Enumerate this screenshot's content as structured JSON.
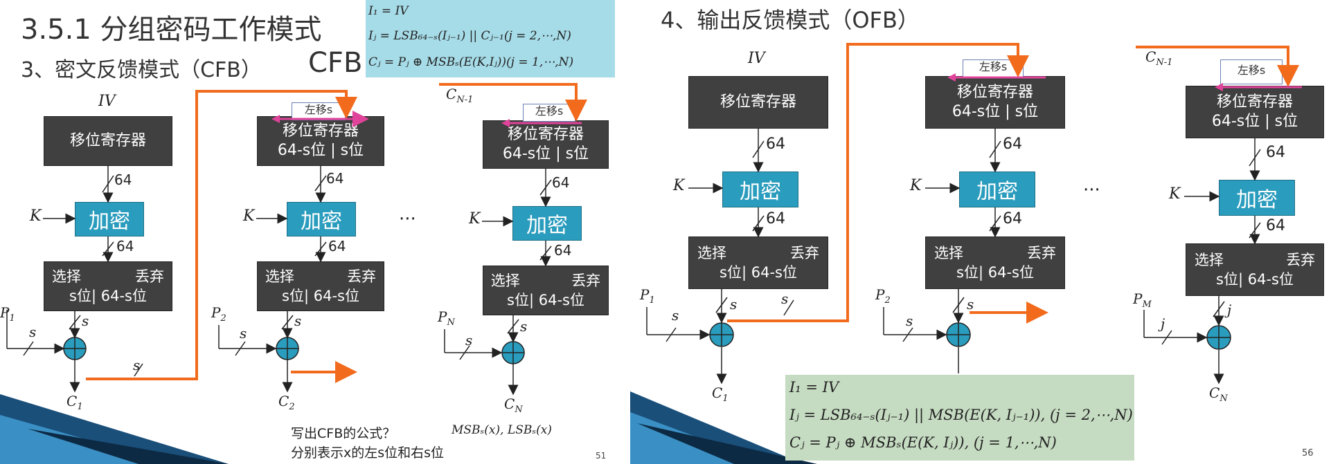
{
  "left": {
    "title": "3.5.1 分组密码工作模式",
    "subtitle": "3、密文反馈模式（CFB）",
    "subtitle_suffix": "CFB",
    "formula": [
      "I₁ = IV",
      "Iⱼ = LSB₆₄₋ₛ(Iⱼ₋₁) || Cⱼ₋₁(j = 2,⋯,N)",
      "Cⱼ = Pⱼ ⊕ MSBₛ(E(K,Iⱼ))(j = 1,⋯,N)"
    ],
    "iv_label": "IV",
    "shift_register": "移位寄存器",
    "shift_register_bits": "64-s位 | s位",
    "shift_tag": "左移s",
    "encrypt": "加密",
    "key": "K",
    "select": "选择",
    "discard": "丢弃",
    "select_bits": "s位| 64-s位",
    "n64": "64",
    "s": "s",
    "ellipsis": "···",
    "cn_minus1": "C",
    "cn_minus1_sub": "N-1",
    "inputs": [
      {
        "p": "P",
        "sub": "1"
      },
      {
        "p": "P",
        "sub": "2"
      },
      {
        "p": "P",
        "sub": "N"
      }
    ],
    "outputs": [
      {
        "c": "C",
        "sub": "1"
      },
      {
        "c": "C",
        "sub": "2"
      },
      {
        "c": "C",
        "sub": "N"
      }
    ],
    "question": "写出CFB的公式？",
    "question_formula": "MSBₛ(x), LSBₛ(x)",
    "note": "分别表示x的左s位和右s位",
    "page": "51"
  },
  "right": {
    "title": "4、输出反馈模式（OFB）",
    "iv_label": "IV",
    "shift_register": "移位寄存器",
    "shift_register_bits": "64-s位 | s位",
    "shift_tag": "左移s",
    "encrypt": "加密",
    "key": "K",
    "select": "选择",
    "discard": "丢弃",
    "select_bits": "s位| 64-s位",
    "n64": "64",
    "s": "s",
    "j": "j",
    "ellipsis": "···",
    "cn_minus1": "C",
    "cn_minus1_sub": "N-1",
    "inputs": [
      {
        "p": "P",
        "sub": "1"
      },
      {
        "p": "P",
        "sub": "2"
      },
      {
        "p": "P",
        "sub": "M"
      }
    ],
    "outputs": [
      {
        "c": "C",
        "sub": "1"
      },
      {
        "c": "C",
        "sub": "N"
      }
    ],
    "formula": [
      "I₁ = IV",
      "Iⱼ = LSB₆₄₋ₛ(Iⱼ₋₁) || MSB(E(K, Iⱼ₋₁)), (j = 2,⋯,N)",
      "Cⱼ = Pⱼ ⊕ MSBₛ(E(K, Iⱼ)), (j = 1,⋯,N)"
    ],
    "page": "56"
  },
  "colors": {
    "encrypt": "#2a9cbd",
    "register": "#404040",
    "feedback": "#f26b1d",
    "shift": "#e0439a",
    "formula_bg_left": "#a6dce8",
    "formula_bg_right": "#c6dcc2"
  }
}
